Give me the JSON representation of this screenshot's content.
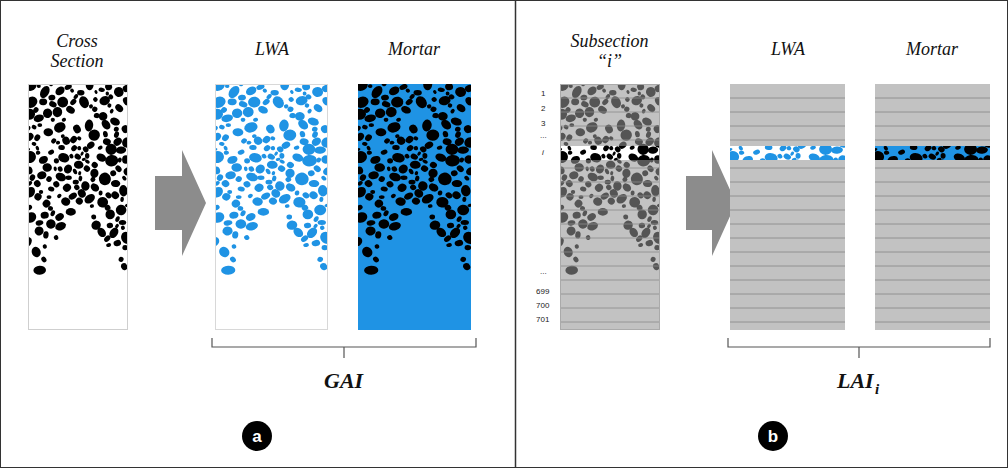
{
  "diagram": {
    "nodes": [
      {
        "text": [
          "a"
        ]
      },
      {
        "text": [
          "b"
        ]
      }
    ],
    "labels": [
      "Cross Section",
      "LWA",
      "Mortar",
      "GAI",
      "Subsection “i”",
      "LWA",
      "Mortar",
      "LAI",
      "i",
      "1",
      "2",
      "3",
      "...",
      "i",
      "...",
      "699",
      "700",
      "701"
    ]
  }
}
